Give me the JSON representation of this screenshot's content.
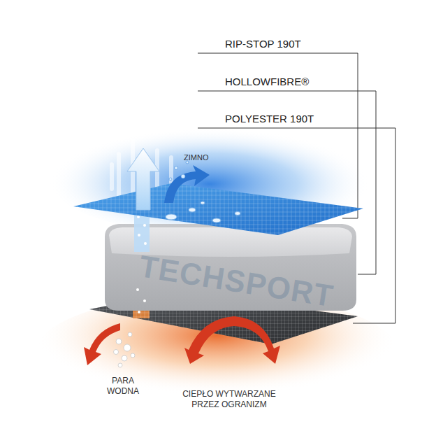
{
  "diagram": {
    "labels": [
      "RIP-STOP 190T",
      "HOLLOWFIBRE®",
      "POLYESTER 190T",
      "ZIMNO",
      "PARA WODNA",
      "CIEPŁO WYTWARZANE PRZEZ OGRANIZM",
      "TECHSPORT"
    ]
  }
}
